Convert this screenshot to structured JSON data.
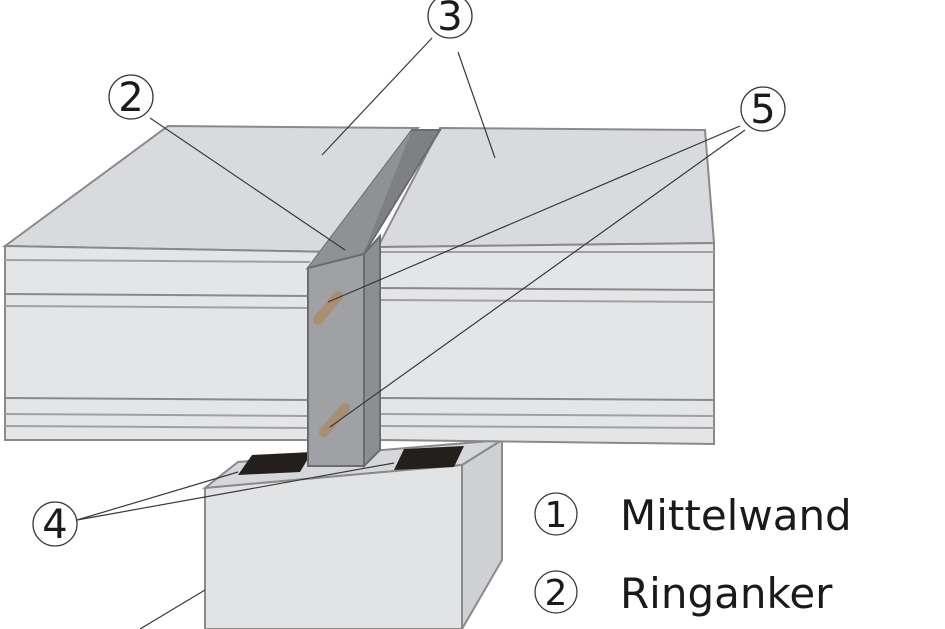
{
  "callouts": {
    "c2": "2",
    "c3": "3",
    "c4": "4",
    "c5": "5"
  },
  "legend": [
    {
      "num": "1",
      "text": "Mittelwand"
    },
    {
      "num": "2",
      "text": "Ringanker"
    }
  ],
  "colors": {
    "slab_top": "#d9dadd",
    "slab_face": "#e4e5e7",
    "edge_stroke": "#8a8a8a",
    "ring_anchor": "#9fa1a4",
    "ring_anchor_dark": "#7e8084",
    "wall": "#e2e3e5",
    "wall_side": "#cfd0d3",
    "pad": "#231f1c",
    "dowel": "#a98f72",
    "leader": "#3a3a3a"
  }
}
